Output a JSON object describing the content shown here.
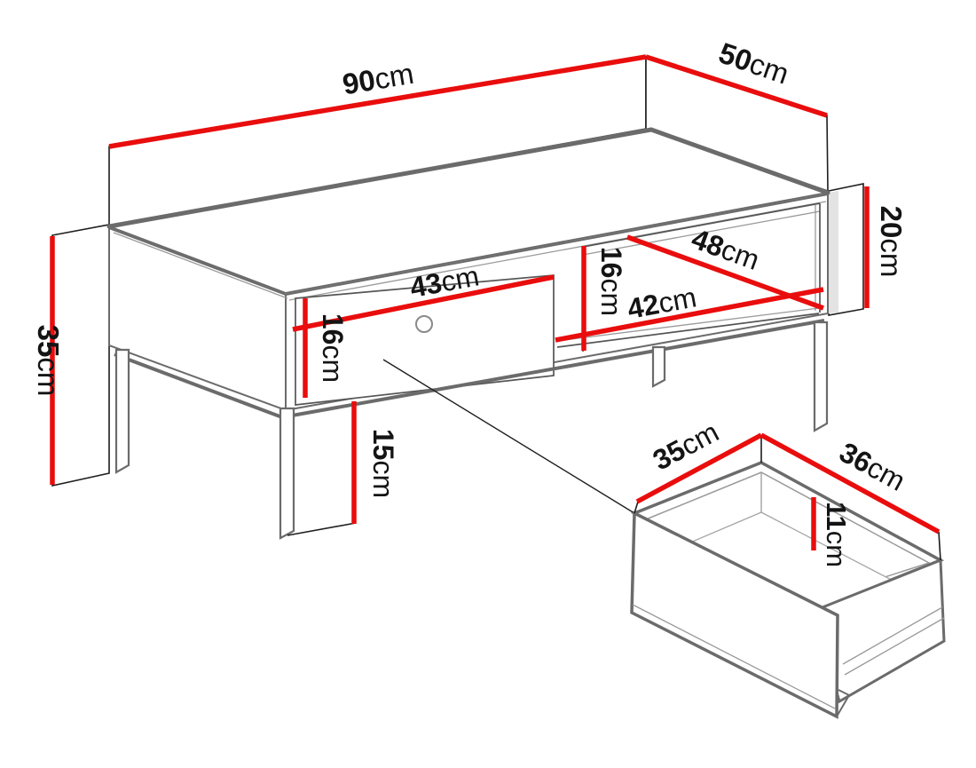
{
  "diagram": {
    "unit": "cm",
    "colors": {
      "dimension_line": "#e90d0d",
      "furniture_outline": "#6b6b6b",
      "extension_line": "#1e1e1e",
      "label_text": "#141414",
      "background": "#ffffff"
    },
    "dimensions": {
      "width": {
        "num": "90",
        "unit": "cm"
      },
      "depth": {
        "num": "50",
        "unit": "cm"
      },
      "body_height": {
        "num": "20",
        "unit": "cm"
      },
      "total_height": {
        "num": "35",
        "unit": "cm"
      },
      "drawer_front_width": {
        "num": "43",
        "unit": "cm"
      },
      "drawer_front_height": {
        "num": "16",
        "unit": "cm"
      },
      "niche_height": {
        "num": "16",
        "unit": "cm"
      },
      "niche_diagonal": {
        "num": "48",
        "unit": "cm"
      },
      "niche_width": {
        "num": "42",
        "unit": "cm"
      },
      "leg_height": {
        "num": "15",
        "unit": "cm"
      },
      "drawer_inner_depth": {
        "num": "35",
        "unit": "cm"
      },
      "drawer_inner_width": {
        "num": "36",
        "unit": "cm"
      },
      "drawer_inner_height": {
        "num": "11",
        "unit": "cm"
      }
    }
  }
}
